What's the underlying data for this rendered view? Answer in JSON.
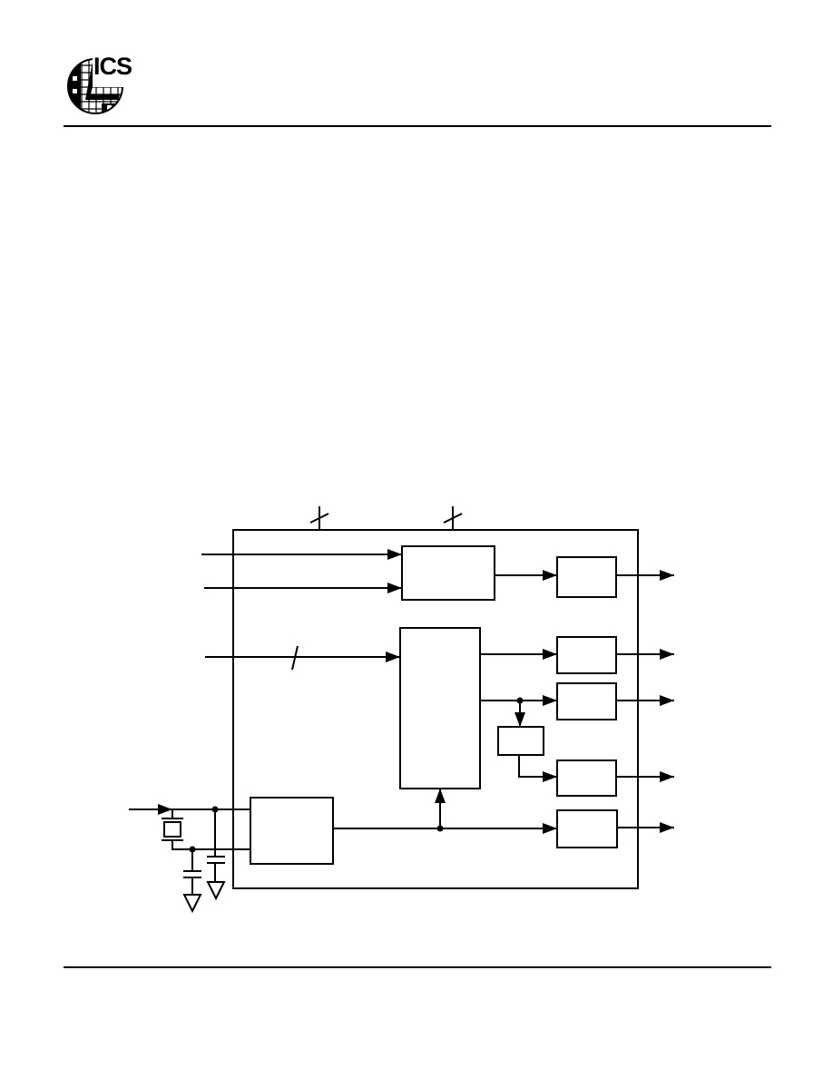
{
  "header": {
    "logo_icon": "ics-logo-icon",
    "logo_text": "ICS"
  },
  "block_diagram": {
    "signals": {
      "input_arrows": 4,
      "output_arrows": 5
    }
  }
}
